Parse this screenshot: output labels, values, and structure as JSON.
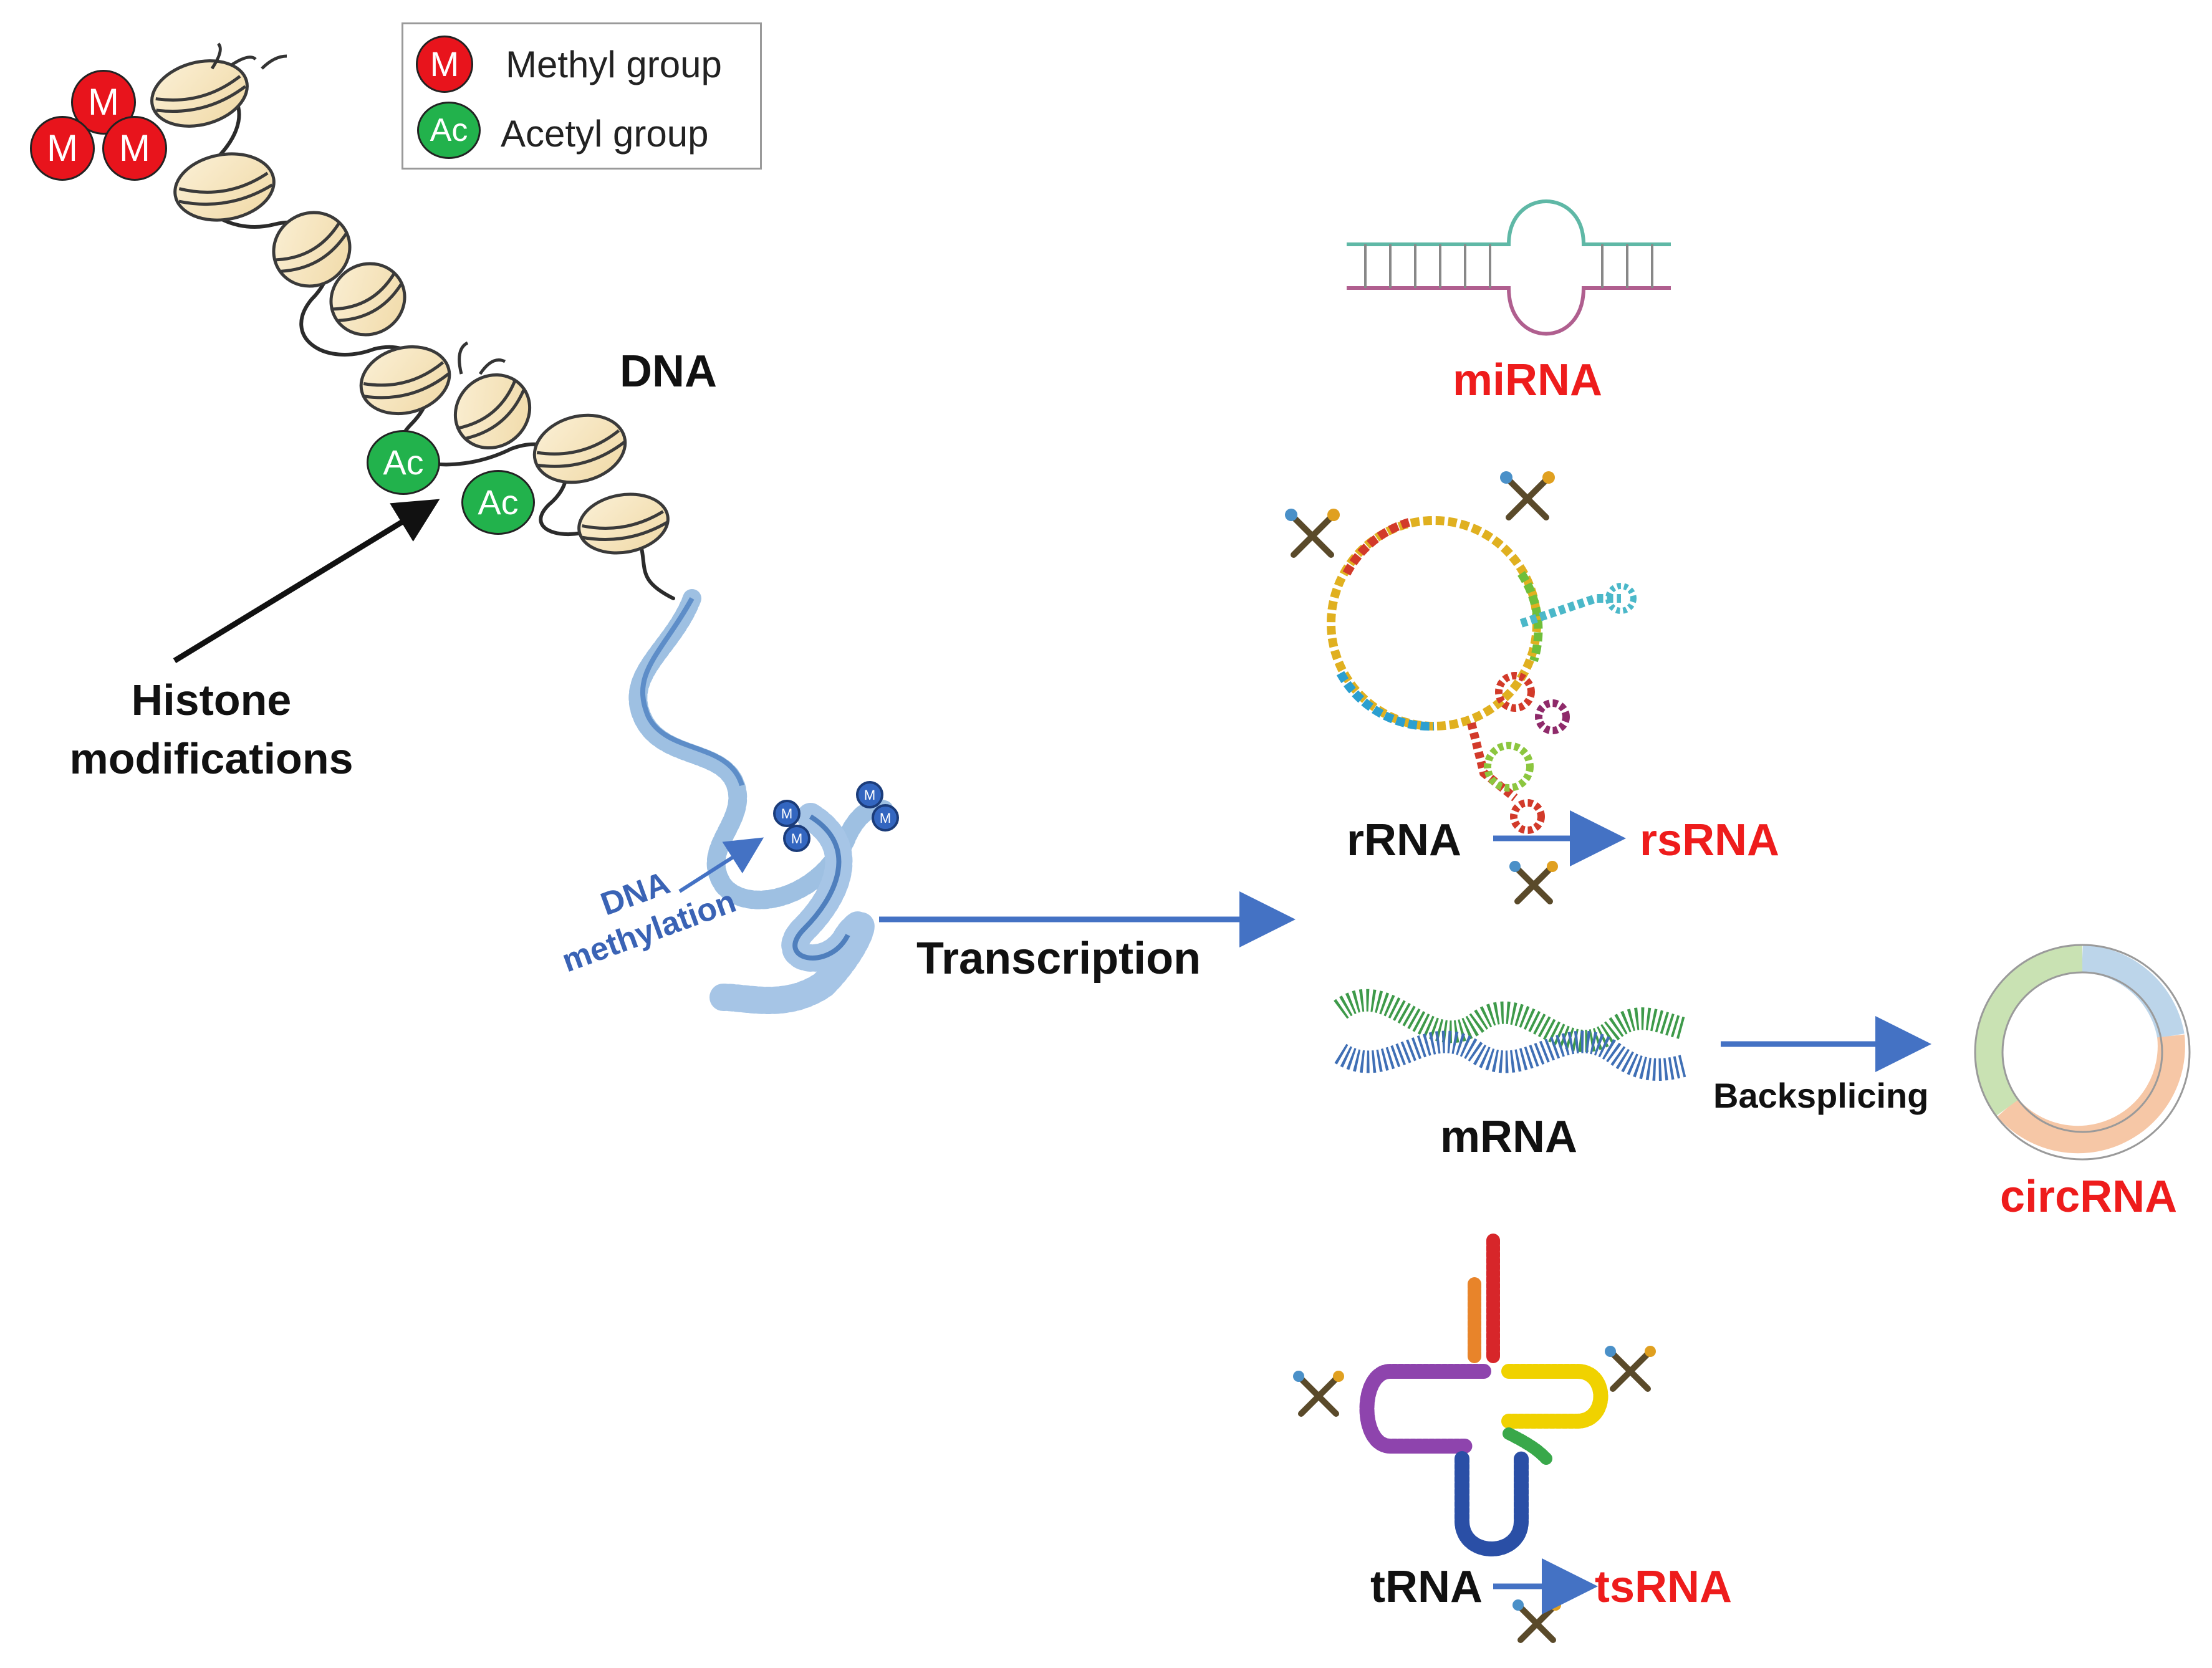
{
  "legend": {
    "methyl_symbol": "M",
    "methyl_label": "Methyl group",
    "acetyl_symbol": "Ac",
    "acetyl_label": "Acetyl group"
  },
  "labels": {
    "dna": "DNA",
    "histone_line1": "Histone",
    "histone_line2": "modifications",
    "dna_methylation_line1": "DNA",
    "dna_methylation_line2": "methylation",
    "transcription": "Transcription",
    "mirna": "miRNA",
    "rrna": "rRNA",
    "rsrna": "rsRNA",
    "mrna": "mRNA",
    "backsplicing": "Backsplicing",
    "circrna": "circRNA",
    "trna": "tRNA",
    "tsrna": "tsRNA"
  },
  "colors": {
    "methyl": "#e8141c",
    "acetyl": "#22b24c",
    "label_red": "#ee1c1c",
    "arrow_blue": "#4472c4",
    "methylation_blue": "#3a63b5"
  }
}
